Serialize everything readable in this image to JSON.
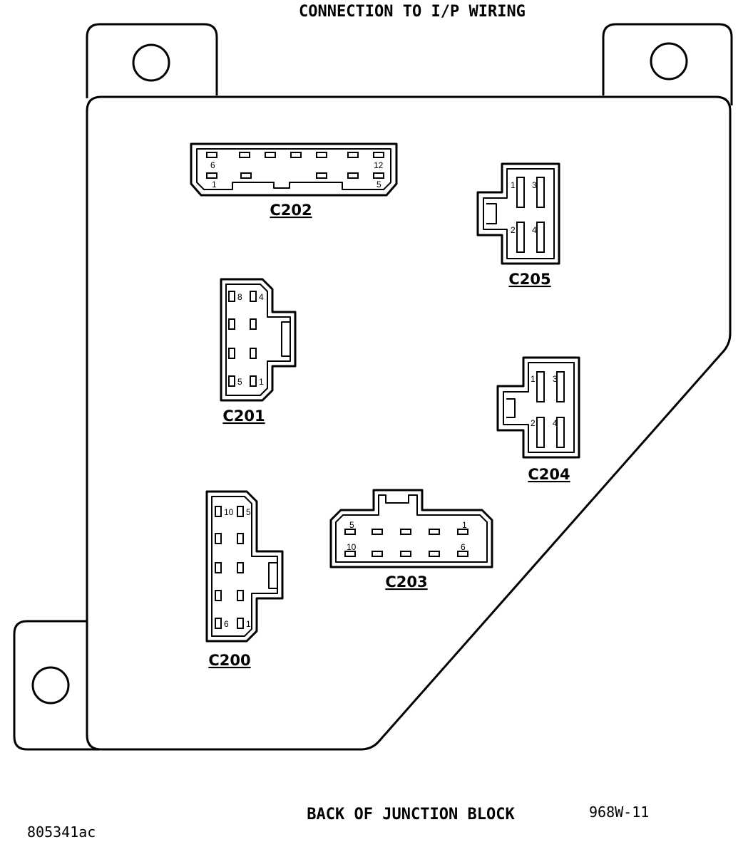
{
  "header": {
    "title": "CONNECTION TO I/P WIRING"
  },
  "footer": {
    "caption": "BACK OF JUNCTION BLOCK",
    "figure_code": "968W-11",
    "image_id": "805341ac"
  },
  "connectors": {
    "c202": {
      "label": "C202",
      "pins": [
        "6",
        "12",
        "1",
        "5"
      ]
    },
    "c205": {
      "label": "C205",
      "pins": [
        "1",
        "3",
        "2",
        "4"
      ]
    },
    "c201": {
      "label": "C201",
      "pins": [
        "8",
        "4",
        "5",
        "1"
      ]
    },
    "c204": {
      "label": "C204",
      "pins": [
        "1",
        "3",
        "2",
        "4"
      ]
    },
    "c200": {
      "label": "C200",
      "pins": [
        "10",
        "5",
        "6",
        "1"
      ]
    },
    "c203": {
      "label": "C203",
      "pins": [
        "5",
        "1",
        "10",
        "6"
      ]
    }
  }
}
